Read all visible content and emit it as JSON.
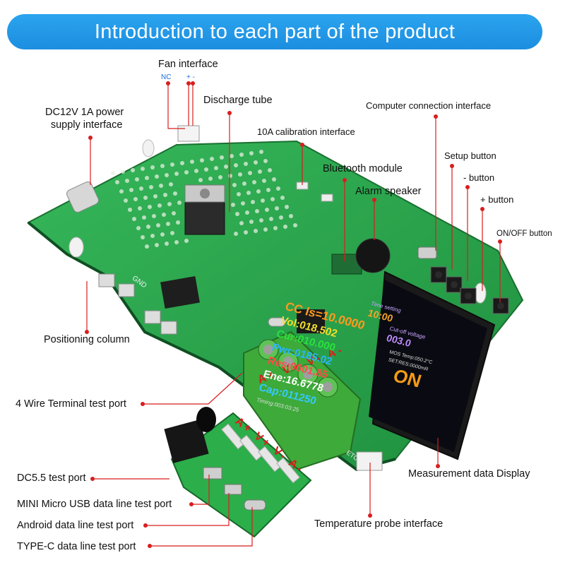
{
  "banner": {
    "title": "Introduction to each part of the product"
  },
  "labels": {
    "fan": "Fan interface",
    "nc": "NC",
    "plus_minus": "+ -",
    "discharge": "Discharge tube",
    "dc12v_line1": "DC12V 1A power",
    "dc12v_line2": "supply interface",
    "calibration": "10A calibration interface",
    "computer": "Computer connection interface",
    "setup": "Setup button",
    "minus_button": "- button",
    "plus_button": "+ button",
    "onoff": "ON/OFF button",
    "bluetooth": "Bluetooth module",
    "alarm": "Alarm speaker",
    "positioning": "Positioning column",
    "four_wire": "4 Wire Terminal test port",
    "dc55": "DC5.5 test port",
    "mini_micro": "MINI Micro USB data line test port",
    "android": "Android data line test port",
    "typec": "TYPE-C data line test port",
    "display": "Measurement data Display",
    "temperature": "Temperature probe interface"
  },
  "board": {
    "terminal_labels": [
      "A+",
      "V+",
      "V-",
      "A-"
    ],
    "pcb_terminal_labels": [
      "A+",
      "V+",
      "V-",
      "A-"
    ],
    "gnd": "GND",
    "etc": "ETC"
  },
  "screen": {
    "cc": "CC",
    "is_val": "Is=10.0000",
    "vol": "Vol:018.502",
    "cur": "Cur:010.000",
    "pwr": "Pwr:0185.02",
    "res": "Res:0001.85",
    "ene": "Ene:16.6778",
    "cap": "Cap:011250",
    "timing": "Timing:003:03:25",
    "time_label": "Time setting",
    "time_val": "10:00",
    "cutoff_label": "Cut-off voltage",
    "cutoff_val": "003.0",
    "temp": "MOS Temp:050.2°C",
    "set": "SET:RES:0000mR",
    "on": "ON"
  },
  "colors": {
    "banner": "#1c8ee0",
    "pcb": "#2aa84c",
    "terminal": "#3daa3a",
    "pointer": "#d81e1e",
    "screen_bg": "#0a0a12"
  }
}
